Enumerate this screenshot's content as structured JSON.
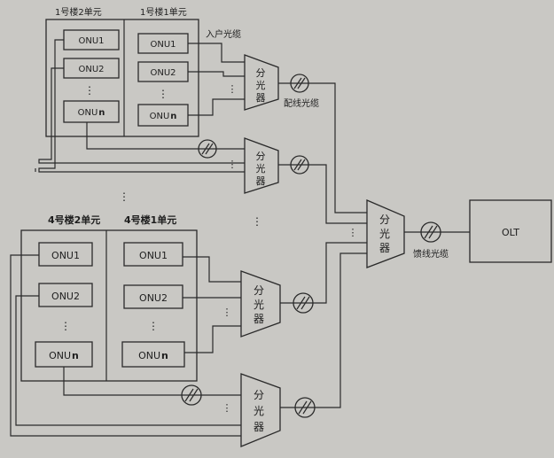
{
  "diagram": {
    "building1": {
      "unit2_label": "1号楼2单元",
      "unit1_label": "1号楼1单元"
    },
    "building4": {
      "unit2_label": "4号楼2单元",
      "unit1_label": "4号楼1单元"
    },
    "onu": {
      "onu1": "ONU1",
      "onu2": "ONU2",
      "onun_prefix": "ONU",
      "onun_suffix": "n"
    },
    "splitter": {
      "line1": "分",
      "line2": "光",
      "line3": "器"
    },
    "labels": {
      "drop_cable": "入户光缆",
      "distribution_cable": "配线光缆",
      "feeder_cable": "馈线光缆",
      "olt": "OLT"
    },
    "ellipsis": "⋮"
  }
}
